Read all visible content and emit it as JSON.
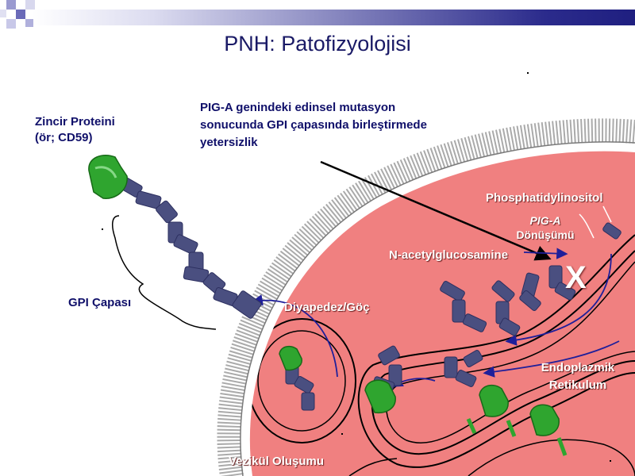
{
  "title": "PNH: Patofizyolojisi",
  "labels": {
    "chain_protein_line1": "Zincir Proteini",
    "chain_protein_line2": "(ör; CD59)",
    "mutation_line1": "PIG-A genindeki edinsel mutasyon",
    "mutation_line2": "sonucunda GPI çapasında birleştirmede",
    "mutation_line3": "yetersizlik",
    "gpi_anchor": "GPI Çapası",
    "phosphatidylinositol": "Phosphatidylinositol",
    "piga_line1": "PIG-A",
    "piga_line2": "Dönüşümü",
    "n_acetyl": "N-acetylglucosamine",
    "diapedesis": "Diyapedez/Göç",
    "er_line1": "Endoplazmik",
    "er_line2": "Retikulum",
    "vesicle": "Vezikül Oluşumu",
    "block_mark": "X"
  },
  "colors": {
    "cell": "#f08080",
    "membrane": "#c0c0c0",
    "protein": "#2fa52f",
    "anchor": "#4a4f80",
    "arrow": "#1f1f9a",
    "title": "#1a1a66",
    "label": "#10106a"
  },
  "icons": [
    "green-protein-icon",
    "gpi-chain-icon",
    "block-x-icon"
  ]
}
